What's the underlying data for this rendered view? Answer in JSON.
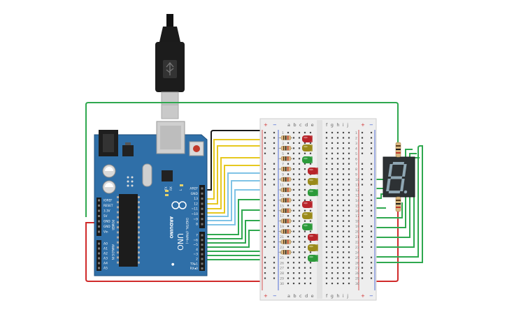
{
  "colors": {
    "board": "#2f6fa8",
    "board_edge": "#1f4f7c",
    "wire_green": "#2fa84f",
    "wire_yellow": "#e6c81f",
    "wire_blue": "#7fc3e6",
    "wire_black": "#1a1a1a",
    "wire_red": "#d02a2a",
    "breadboard": "#eeeeee",
    "led_red": "#b8242a",
    "led_yellow": "#9a8a1a",
    "led_green": "#2c9a3a",
    "segment_display": "#2d3134",
    "segment_lit": "#8fa6b3"
  },
  "arduino": {
    "name": "ARDUINO",
    "model": "UNO",
    "power_label": "POWER",
    "analog_label": "ANALOG IN",
    "digital_label": "DIGITAL (PWM~)",
    "tx_label": "TX",
    "rx_label": "RX",
    "l_label": "L",
    "power_pins": [
      "IOREF",
      "RESET",
      "3.3V",
      "5V",
      "GND",
      "GND",
      "Vin"
    ],
    "analog_pins": [
      "A0",
      "A1",
      "A2",
      "A3",
      "A4",
      "A5"
    ],
    "top_header_pins": [
      "AREF",
      "GND",
      "13",
      "12",
      "~11",
      "~10",
      "~9",
      "8"
    ],
    "bottom_header_pins": [
      "7",
      "~6",
      "~5",
      "4",
      "~3",
      "2",
      "TX▸1",
      "RX◂0"
    ]
  },
  "breadboard": {
    "left_columns": "a b c d e",
    "right_columns": "f g h i j",
    "plus": "+",
    "minus": "−",
    "row_labels": [
      "1",
      "2",
      "3",
      "4",
      "5",
      "6",
      "7",
      "8",
      "9",
      "10",
      "11",
      "12",
      "13",
      "14",
      "15",
      "16",
      "17",
      "18",
      "19",
      "20",
      "21",
      "22",
      "23",
      "24",
      "25",
      "26",
      "27",
      "28",
      "29",
      "30"
    ]
  },
  "seven_segment": {
    "digit": "8",
    "decimal_point": true
  },
  "leds": [
    "red",
    "yellow",
    "green",
    "red",
    "yellow",
    "green",
    "red",
    "yellow",
    "green",
    "red",
    "yellow",
    "green"
  ]
}
